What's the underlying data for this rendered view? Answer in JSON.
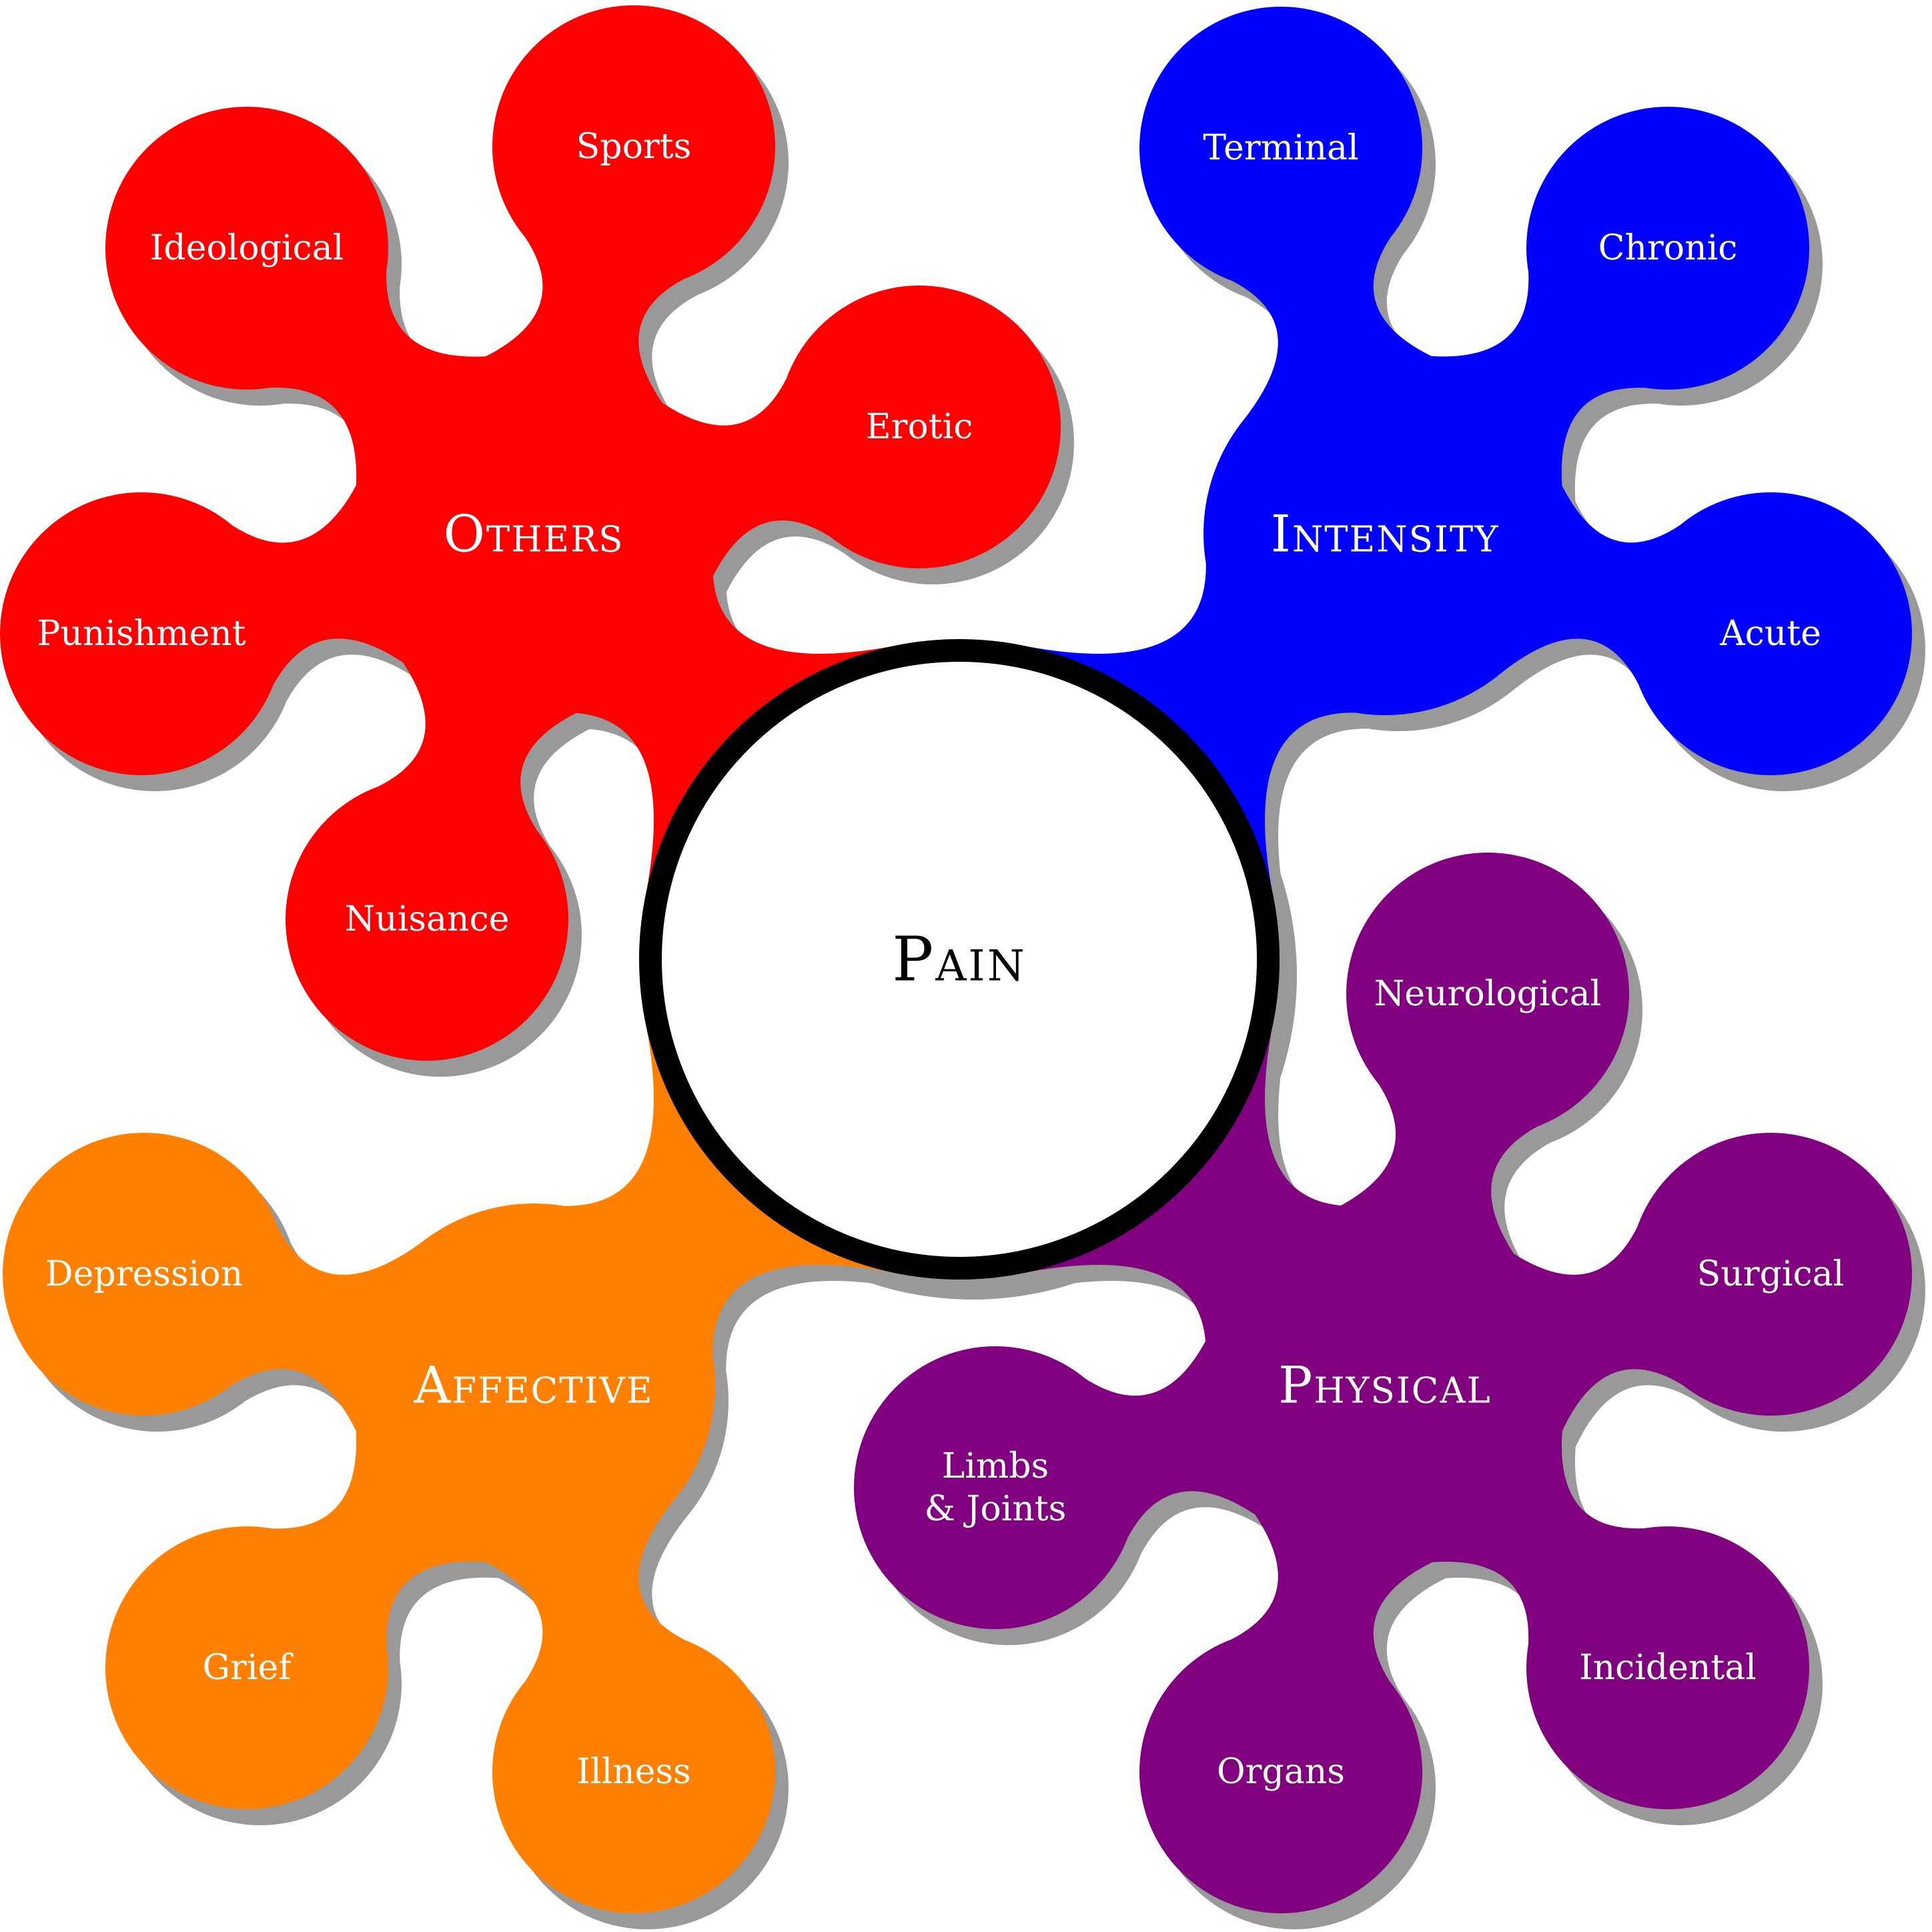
{
  "center": {
    "label": "Pain"
  },
  "colors": {
    "shadow": "#999999",
    "center_ring": "#000000",
    "center_fill": "#ffffff",
    "text_light": "#ffffff"
  },
  "clusters": [
    {
      "id": "others",
      "label": "Others",
      "color": "#ff0000",
      "children": [
        {
          "id": "sports",
          "label": "Sports"
        },
        {
          "id": "ideological",
          "label": "Ideological"
        },
        {
          "id": "erotic",
          "label": "Erotic"
        },
        {
          "id": "punishment",
          "label": "Punishment"
        },
        {
          "id": "nuisance",
          "label": "Nuisance"
        }
      ]
    },
    {
      "id": "intensity",
      "label": "Intensity",
      "color": "#0000ff",
      "children": [
        {
          "id": "terminal",
          "label": "Terminal"
        },
        {
          "id": "chronic",
          "label": "Chronic"
        },
        {
          "id": "acute",
          "label": "Acute"
        }
      ]
    },
    {
      "id": "affective",
      "label": "Affective",
      "color": "#ff8000",
      "children": [
        {
          "id": "depression",
          "label": "Depression"
        },
        {
          "id": "grief",
          "label": "Grief"
        },
        {
          "id": "illness",
          "label": "Illness"
        }
      ]
    },
    {
      "id": "physical",
      "label": "Physical",
      "color": "#800080",
      "children": [
        {
          "id": "neurological",
          "label": "Neurological"
        },
        {
          "id": "surgical",
          "label": "Surgical"
        },
        {
          "id": "limbs",
          "label": [
            "Limbs",
            "& Joints"
          ]
        },
        {
          "id": "incidental",
          "label": "Incidental"
        },
        {
          "id": "organs",
          "label": "Organs"
        }
      ]
    }
  ]
}
